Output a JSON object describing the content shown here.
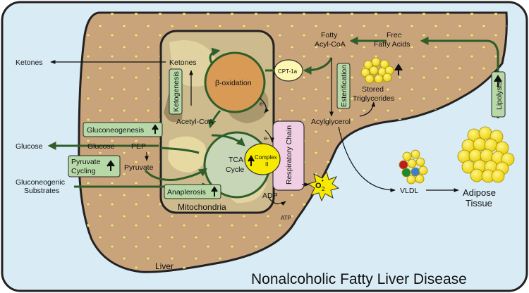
{
  "diagram": {
    "title": "Nonalcoholic Fatty Liver Disease",
    "compartments": {
      "liver": "Liver",
      "mitochondria": "Mitochondria",
      "adipose": [
        "Adipose",
        "Tissue"
      ]
    },
    "metabolites": {
      "ketones_out": "Ketones",
      "ketones_in": "Ketones",
      "glucose_out": "Glucose",
      "glucose_in": "Glucose",
      "pep": "PEP",
      "pyruvate": "Pyruvate",
      "gluconeogenic": [
        "Gluconeogenic",
        "Substrates"
      ],
      "acetyl_coa": "Acetyl-CoA",
      "fatty_acyl": [
        "Fatty",
        "Acyl-CoA"
      ],
      "free_fa": [
        "Free",
        "Fatty Acids"
      ],
      "stored_tg": [
        "Stored",
        "Triglycerides"
      ],
      "acylglycerol": "Acylglycerol",
      "vldl": "VLDL",
      "adp": "ADP",
      "atp": "ATP",
      "o2": "O",
      "o2_sub": "2",
      "o2_sup": "•",
      "e1": "e-",
      "e2": "e-"
    },
    "processes": {
      "beta_ox": "β-oxidation",
      "tca": [
        "TCA",
        "Cycle"
      ],
      "cpt": "CPT-1a",
      "complex": [
        "Complex",
        "II"
      ],
      "resp": "Respiratory Chain"
    },
    "boxes": {
      "gluconeogenesis": "Gluconeogenesis",
      "pyruvate_cycling": [
        "Pyruvate",
        "Cycling"
      ],
      "anaplerosis": "Anaplerosis",
      "ketogenesis": "Ketogenesis",
      "esterification": "Esterification",
      "lipolysis": "Lipolysis"
    },
    "colors": {
      "background": "#d9ebf5",
      "liver": "#c9a37a",
      "mito_fill": "#cdbb8e",
      "green_box": "#b7d9a8",
      "arrow_green": "#2e5e2a",
      "resp_chain": "#f0cfe4",
      "fat_droplet": "#f5e300"
    }
  }
}
